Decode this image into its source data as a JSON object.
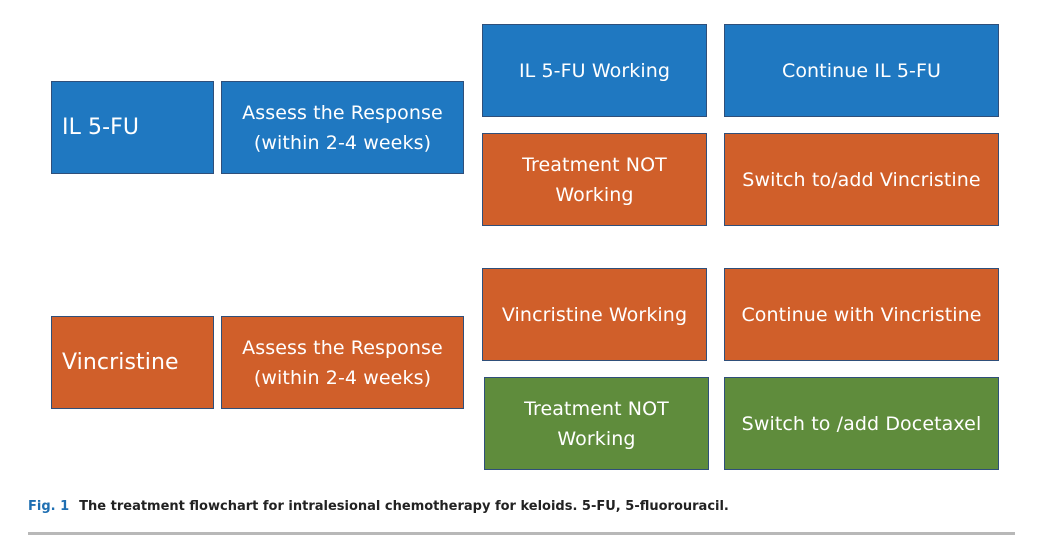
{
  "colors": {
    "blue": "#1f78c1",
    "orange": "#d05f2a",
    "green": "#5f8c3c",
    "border": "#2f4f7a",
    "caption_label": "#1f6fb2"
  },
  "top_flow": {
    "start": "IL 5-FU",
    "assess": "Assess the Response\n(within 2-4 weeks)",
    "working": "IL 5-FU Working",
    "continue": "Continue  IL 5-FU",
    "not_working": "Treatment NOT\nWorking",
    "switch": "Switch to/add Vincristine"
  },
  "bottom_flow": {
    "start": "Vincristine",
    "assess": "Assess the Response\n(within 2-4 weeks)",
    "working": "Vincristine Working",
    "continue": "Continue with Vincristine",
    "not_working": "Treatment NOT\nWorking",
    "switch": "Switch to /add Docetaxel"
  },
  "caption": {
    "label": "Fig. 1",
    "text": "The treatment flowchart for intralesional chemotherapy for keloids. 5-FU, 5-fluorouracil."
  }
}
